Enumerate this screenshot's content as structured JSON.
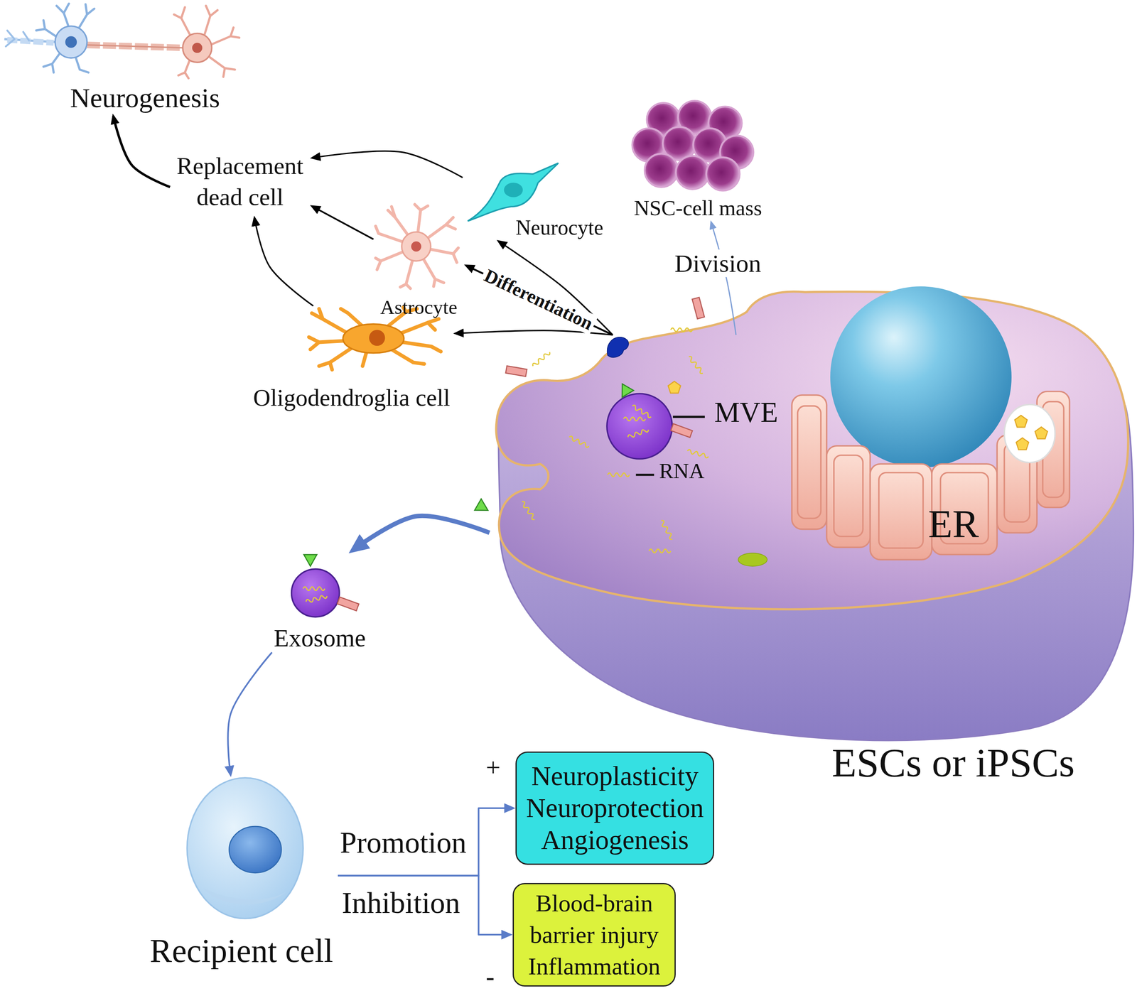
{
  "diagram": {
    "nodes": [
      {
        "text": [
          "Neurogenesis"
        ]
      },
      {
        "text": [
          "Replacement dead cell"
        ]
      },
      {
        "text": [
          "Neurocyte"
        ]
      },
      {
        "text": [
          "Astrocyte"
        ]
      },
      {
        "text": [
          "Oligodendroglia cell"
        ]
      },
      {
        "text": [
          "NSC-cell mass"
        ]
      },
      {
        "text": [
          "ESCs or iPSCs"
        ]
      },
      {
        "text": [
          "Exosome"
        ]
      },
      {
        "text": [
          "Recipient cell"
        ]
      },
      {
        "text": [
          "Neuroplasticity Neuroprotection Angiogenesis"
        ]
      },
      {
        "text": [
          "Blood-brain barrier injury Inflammation"
        ]
      }
    ],
    "edges": [
      {
        "from": 1,
        "to": 0,
        "arrow": "to"
      },
      {
        "from": 2,
        "to": 1,
        "arrow": "to"
      },
      {
        "from": 3,
        "to": 1,
        "arrow": "to"
      },
      {
        "from": 4,
        "to": 1,
        "arrow": "to"
      },
      {
        "from": 6,
        "to": 2,
        "arrow": "to"
      },
      {
        "from": 6,
        "to": 3,
        "label": "Differentiation",
        "arrow": "to"
      },
      {
        "from": 6,
        "to": 4,
        "arrow": "to"
      },
      {
        "from": 6,
        "to": 5,
        "label": "Division",
        "arrow": "to"
      },
      {
        "from": 6,
        "to": 7,
        "arrow": "to"
      },
      {
        "from": 7,
        "to": 8,
        "arrow": "to"
      },
      {
        "from": 8,
        "to": 9,
        "label": "Promotion",
        "arrow": "to"
      },
      {
        "from": 8,
        "to": 10,
        "label": "Inhibition",
        "arrow": "to"
      }
    ],
    "labels": [
      "MVE",
      "RNA",
      "ER",
      "+",
      "-"
    ]
  }
}
